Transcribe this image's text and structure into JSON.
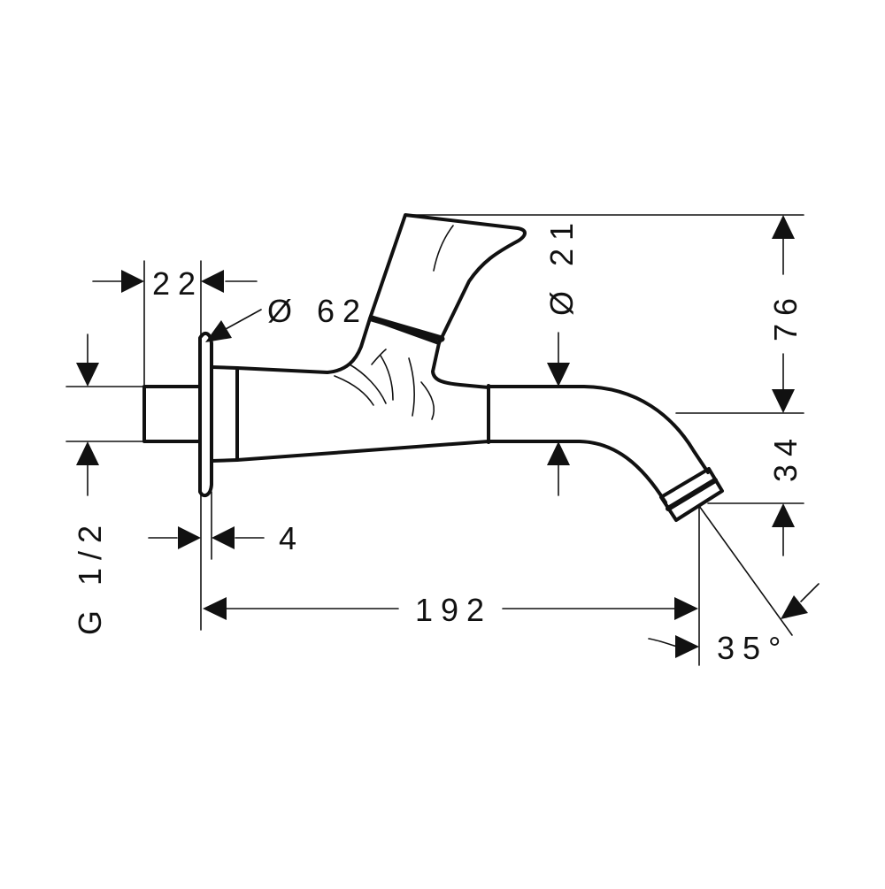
{
  "drawing": {
    "colors": {
      "line": "#111111",
      "background": "#ffffff"
    },
    "dimensions": {
      "flange_offset": "22",
      "flange_diameter": "Ø 62",
      "spout_diameter": "Ø 21",
      "overall_height_upper": "76",
      "overall_height_lower": "34",
      "flange_thickness": "4",
      "projection_length": "192",
      "spout_angle": "35°",
      "thread": "G 1/2"
    }
  }
}
